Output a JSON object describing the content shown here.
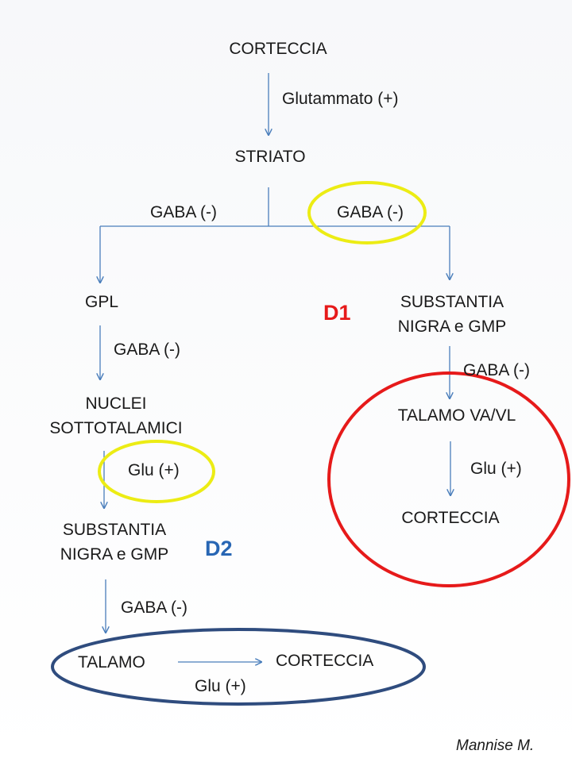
{
  "colors": {
    "arrow": "#4a7ebb",
    "yellow_ring": "#ecec14",
    "red_ring": "#e61a1a",
    "blue_ring": "#2f4c7e",
    "d1": "#e61a1a",
    "d2": "#2866b4"
  },
  "top": {
    "cortex": "CORTECCIA",
    "glutamate": "Glutammato (+)",
    "striatum": "STRIATO",
    "gaba_left": "GABA (-)",
    "gaba_right": "GABA (-)"
  },
  "indirect": {
    "gpl": "GPL",
    "gaba_1": "GABA (-)",
    "stn_line1": "NUCLEI",
    "stn_line2": "SOTTOTALAMICI",
    "glu_1": "Glu (+)",
    "snr_line1": "SUBSTANTIA",
    "snr_line2": "NIGRA e GMP",
    "tag": "D2",
    "gaba_2": "GABA (-)",
    "thalamus": "TALAMO",
    "cortex": "CORTECCIA",
    "glu_2": "Glu (+)"
  },
  "direct": {
    "tag": "D1",
    "snr_line1": "SUBSTANTIA",
    "snr_line2": "NIGRA e GMP",
    "gaba": "GABA (-)",
    "thalamus": "TALAMO VA/VL",
    "glu": "Glu (+)",
    "cortex": "CORTECCIA"
  },
  "author": "Mannise M."
}
